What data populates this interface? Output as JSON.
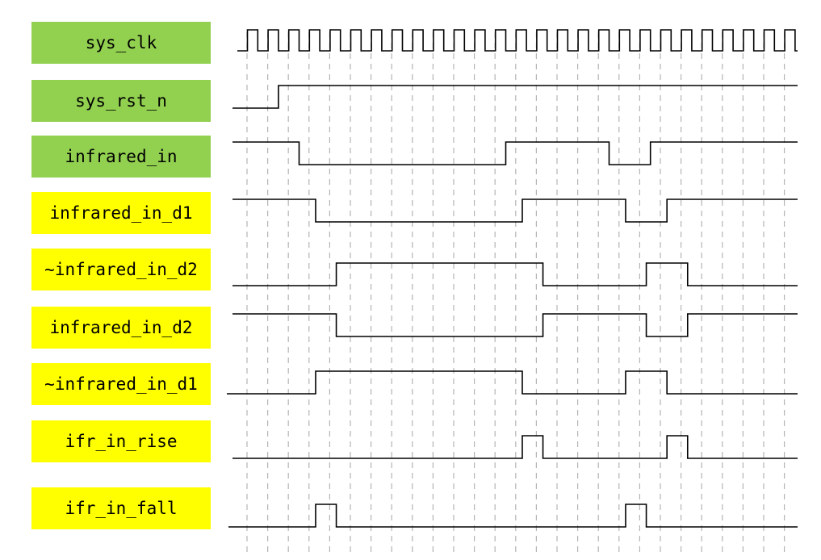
{
  "colors": {
    "input_label_bg": "#92d050",
    "register_label_bg": "#ffff00",
    "waveform": "#000000",
    "grid": "#b4b4b4",
    "background": "#ffffff"
  },
  "signals": [
    {
      "label": "sys_clk",
      "kind": "input",
      "wave": "clock"
    },
    {
      "label": "sys_rst_n",
      "kind": "input",
      "wave": {
        "initial": 0,
        "transitions": [
          1.5
        ]
      }
    },
    {
      "label": "infrared_in",
      "kind": "input",
      "wave": {
        "initial": 1,
        "transitions": [
          2.5,
          12.5,
          17.5,
          19.5
        ]
      }
    },
    {
      "label": "infrared_in_d1",
      "kind": "register",
      "wave": {
        "initial": 1,
        "transitions": [
          3.3,
          13.3,
          18.3,
          20.3
        ]
      }
    },
    {
      "label": "~infrared_in_d2",
      "kind": "register",
      "wave": {
        "initial": 0,
        "transitions": [
          4.3,
          14.3,
          19.3,
          21.3
        ]
      }
    },
    {
      "label": "infrared_in_d2",
      "kind": "register",
      "wave": {
        "initial": 1,
        "transitions": [
          4.3,
          14.3,
          19.3,
          21.3
        ]
      }
    },
    {
      "label": "~infrared_in_d1",
      "kind": "register",
      "wave": {
        "initial": 0,
        "transitions": [
          3.3,
          13.3,
          18.3,
          20.3
        ]
      }
    },
    {
      "label": "ifr_in_rise",
      "kind": "register",
      "wave": {
        "initial": 0,
        "transitions": [
          13.3,
          14.3,
          20.3,
          21.3
        ]
      }
    },
    {
      "label": "ifr_in_fall",
      "kind": "register",
      "wave": {
        "initial": 0,
        "transitions": [
          3.3,
          4.3,
          18.3,
          19.3
        ]
      }
    }
  ]
}
